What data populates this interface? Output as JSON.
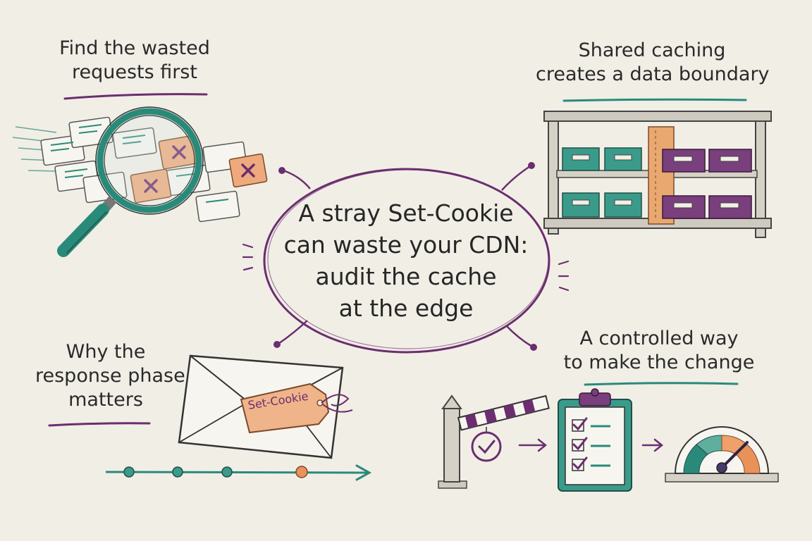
{
  "center": {
    "lines": [
      "A stray Set-Cookie",
      "can waste your CDN:",
      "audit the cache",
      "at the edge"
    ]
  },
  "branches": {
    "top_left": {
      "lines": [
        "Find the wasted",
        "requests first"
      ],
      "icon": "magnifier-icon"
    },
    "top_right": {
      "lines": [
        "Shared caching",
        "creates a data boundary"
      ],
      "icon": "shelf-icon"
    },
    "bottom_left": {
      "lines": [
        "Why the",
        "response phase",
        "matters"
      ],
      "icon": "envelope-icon"
    },
    "bottom_right": {
      "lines": [
        "A controlled way",
        "to make the change"
      ],
      "icon": "gate-checklist-gauge-icon"
    }
  },
  "envelope_tag": "Set-Cookie",
  "colors": {
    "teal": "#2a8a7a",
    "purple": "#6b2e6e",
    "orange": "#e8925a",
    "background": "#f1eee6"
  }
}
